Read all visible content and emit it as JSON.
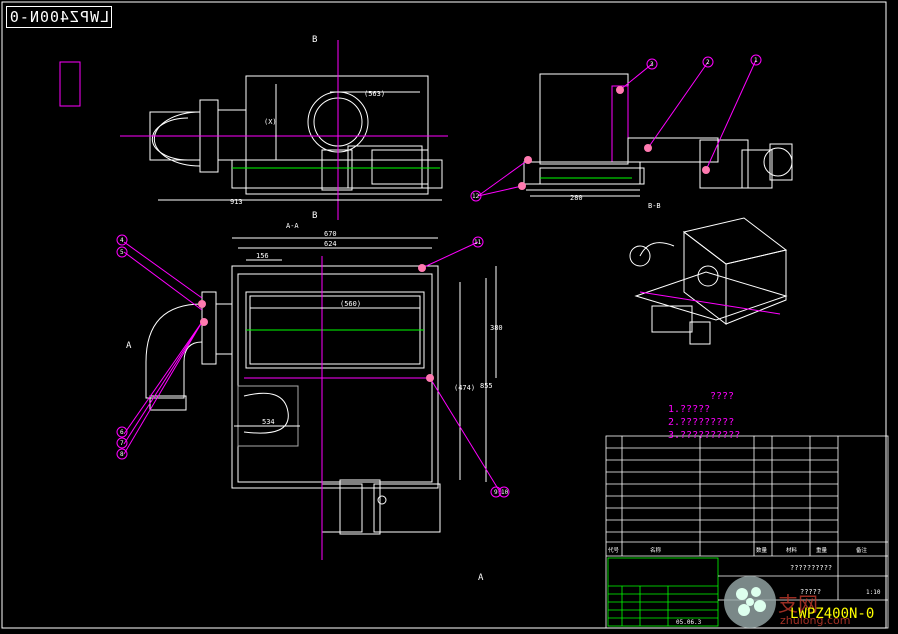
{
  "stamp": "LWPZ400N-0",
  "dims": {
    "d913": "913",
    "d563": "(563)",
    "dX": "(X)",
    "d670": "670",
    "d624": "624",
    "d156": "156",
    "d560": "(560)",
    "d534": "534",
    "d380": "380",
    "d855": "855",
    "d474": "(474)",
    "d280": "280"
  },
  "labels": {
    "secA": "A-A",
    "secB": "B-B",
    "B_top": "B",
    "B_bot": "B",
    "A_left": "A",
    "A_bot": "A"
  },
  "balloons": [
    "1",
    "2",
    "3",
    "11",
    "4",
    "5",
    "6",
    "7",
    "8",
    "9",
    "10",
    "12"
  ],
  "notes": {
    "title": "????",
    "line1": "1.?????",
    "line2": "2.?????????",
    "line3": "3.??????????"
  },
  "title_block": {
    "project": "??????????",
    "subtitle": "?????",
    "drawing_no": "LWPZ400N-0",
    "date": "05.06.3",
    "scale": "1:10",
    "header_cols": [
      "代号",
      "名称",
      "数量",
      "材料",
      "重量",
      "备注"
    ]
  },
  "watermark": {
    "text": "支网",
    "site": "zhulong.com"
  }
}
